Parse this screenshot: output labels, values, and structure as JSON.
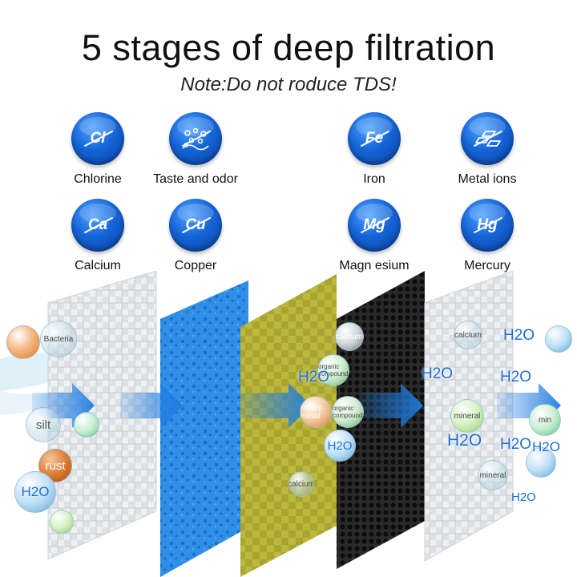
{
  "header": {
    "title": "5 stages of deep filtration",
    "subtitle": "Note:Do not roduce TDS!"
  },
  "badges": [
    {
      "symbol": "Cl",
      "label": "Chlorine"
    },
    {
      "symbol": "",
      "label": "Taste and odor",
      "icon": "molecules-icon"
    },
    {
      "symbol": "Fe",
      "label": "Iron"
    },
    {
      "symbol": "",
      "label": "Metal ions",
      "icon": "metal-bars-icon"
    },
    {
      "symbol": "Ca",
      "label": "Calcium"
    },
    {
      "symbol": "Cu",
      "label": "Copper"
    },
    {
      "symbol": "Mg",
      "label": "Magn esium"
    },
    {
      "symbol": "Hg",
      "label": "Mercury"
    }
  ],
  "scene": {
    "bubbles": {
      "bacteria": "Bacteria",
      "silt": "silt",
      "rust": "rust",
      "h2o": "H2O",
      "calcium": "calcium",
      "organic": "organic compound",
      "heavy": "heavy metal",
      "mineral": "mineral",
      "min": "min"
    },
    "colors": {
      "panel_white": "#e9ecef",
      "panel_blue": "#2f8fe6",
      "panel_yellow": "#b9b73a",
      "panel_black": "#2a2a2a",
      "arrow_blue": "#1f7de0"
    }
  }
}
